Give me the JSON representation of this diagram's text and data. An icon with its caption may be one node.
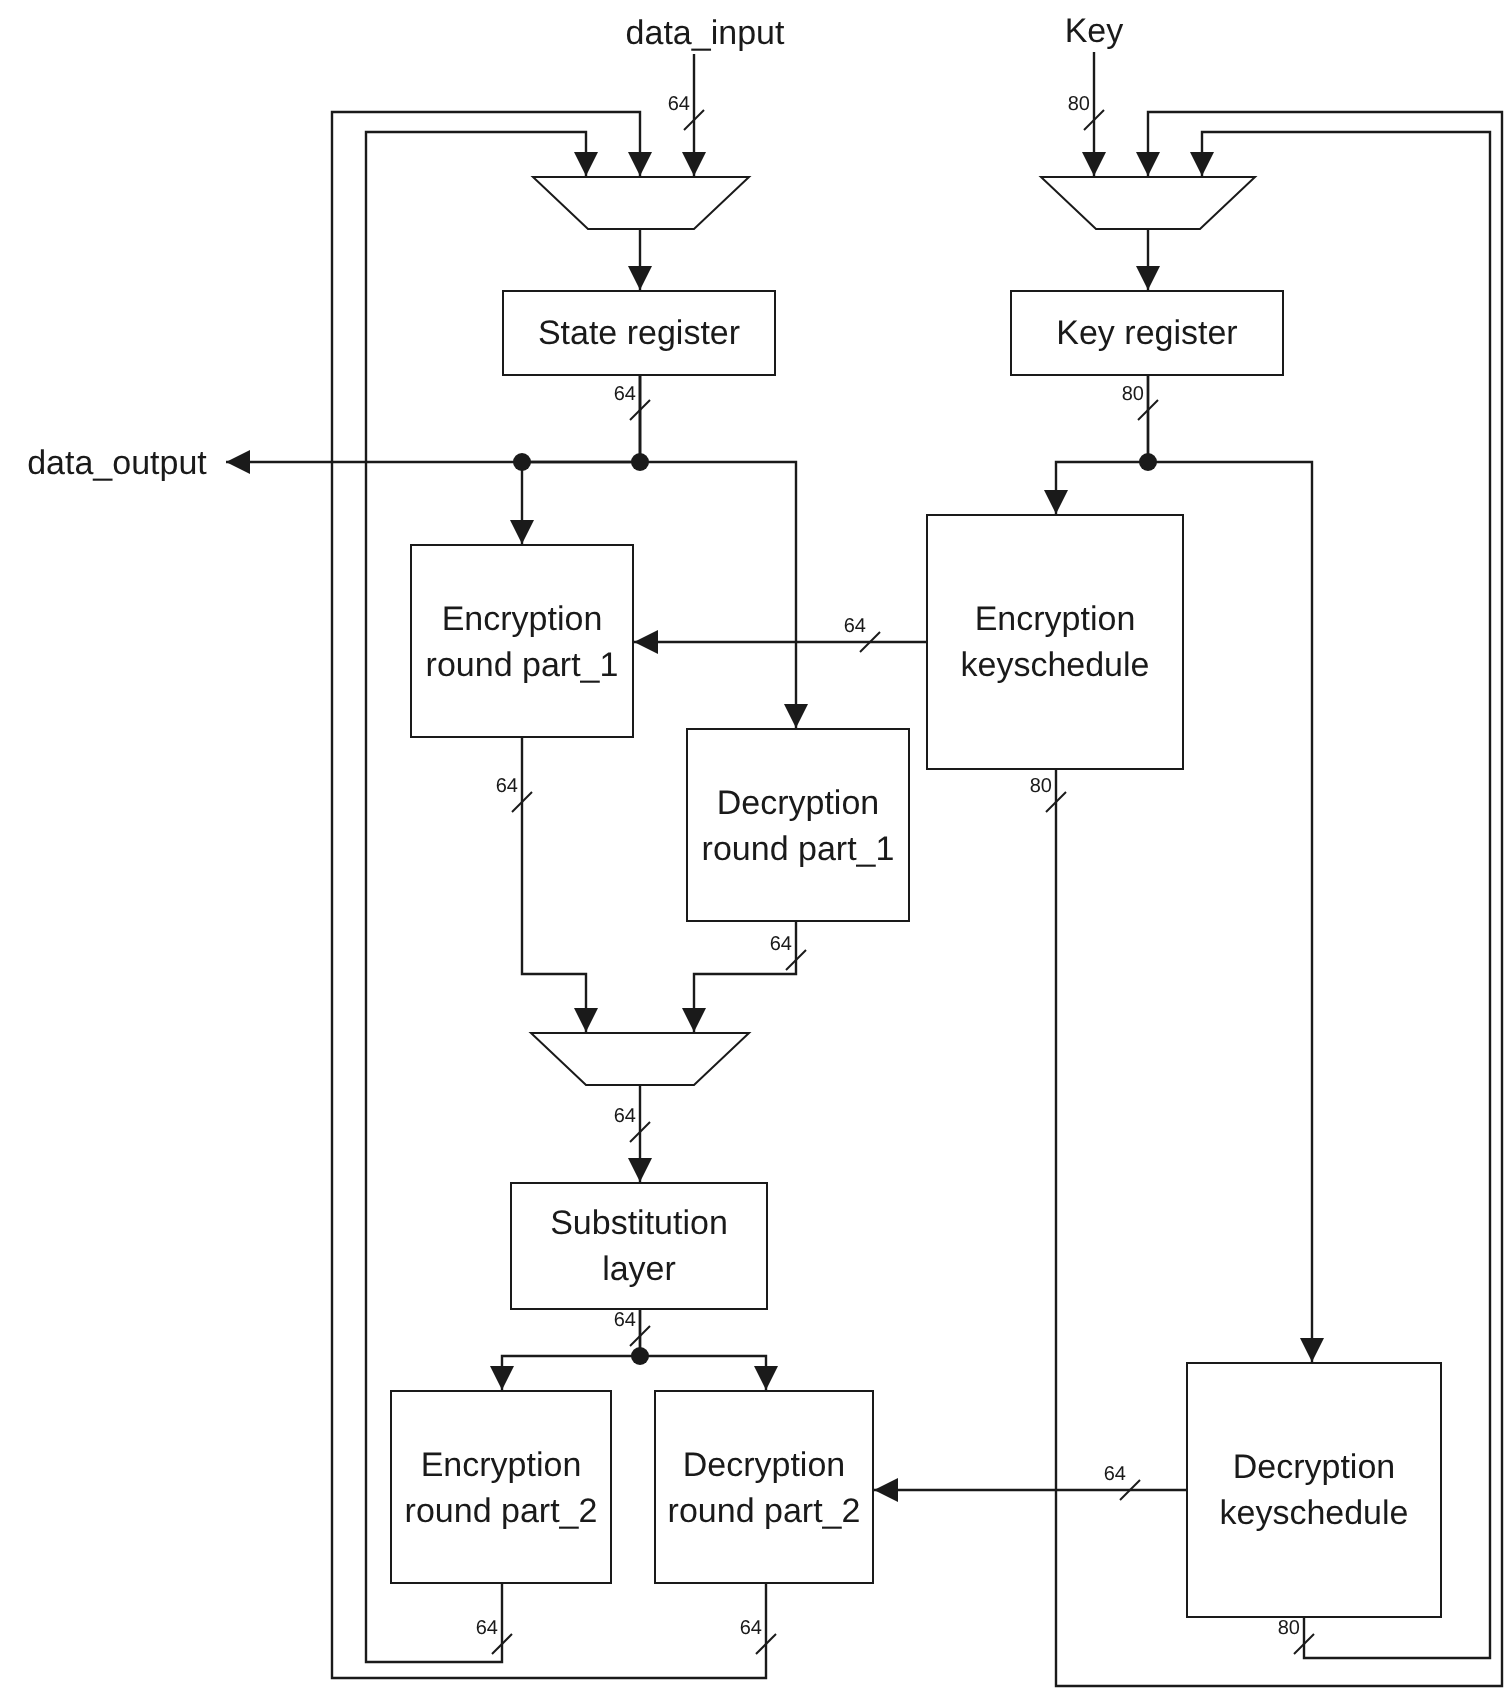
{
  "diagram": {
    "nodes": [
      {
        "text": [
          "data_input"
        ]
      },
      {
        "text": [
          "Key"
        ]
      },
      {
        "text": [],
        "shape": "trapezoid"
      },
      {
        "text": [],
        "shape": "trapezoid"
      },
      {
        "text": [
          "State register"
        ]
      },
      {
        "text": [
          "Key register"
        ]
      },
      {
        "text": [
          "data_output"
        ]
      },
      {
        "text": [
          "Encryption round part_1"
        ]
      },
      {
        "text": [
          "Encryption keyschedule"
        ]
      },
      {
        "text": [
          "Decryption round part_1"
        ]
      },
      {
        "text": [],
        "shape": "trapezoid"
      },
      {
        "text": [
          "Substitution layer"
        ]
      },
      {
        "text": [
          "Encryption round part_2"
        ]
      },
      {
        "text": [
          "Decryption round part_2"
        ]
      },
      {
        "text": [
          "Decryption keyschedule"
        ]
      }
    ],
    "edges": [
      {
        "from": 0,
        "to": 2,
        "arrow": "to"
      },
      {
        "from": 1,
        "to": 3,
        "arrow": "to"
      },
      {
        "from": 2,
        "to": 4,
        "arrow": "to"
      },
      {
        "from": 3,
        "to": 5,
        "arrow": "to"
      },
      {
        "from": 4,
        "to": 6,
        "arrow": "to"
      },
      {
        "from": 4,
        "to": 7,
        "arrow": "to"
      },
      {
        "from": 4,
        "to": 9,
        "arrow": "to"
      },
      {
        "from": 5,
        "to": 8,
        "arrow": "to"
      },
      {
        "from": 5,
        "to": 14,
        "arrow": "to"
      },
      {
        "from": 8,
        "to": 7,
        "arrow": "to"
      },
      {
        "from": 7,
        "to": 10,
        "arrow": "to"
      },
      {
        "from": 9,
        "to": 10,
        "arrow": "to"
      },
      {
        "from": 10,
        "to": 11,
        "arrow": "to"
      },
      {
        "from": 11,
        "to": 12,
        "arrow": "to"
      },
      {
        "from": 11,
        "to": 13,
        "arrow": "to"
      },
      {
        "from": 14,
        "to": 13,
        "arrow": "to"
      },
      {
        "from": 12,
        "to": 2,
        "arrow": "to"
      },
      {
        "from": 13,
        "to": 2,
        "arrow": "to"
      },
      {
        "from": 8,
        "to": 3,
        "arrow": "to"
      },
      {
        "from": 14,
        "to": 3,
        "arrow": "to"
      }
    ],
    "labels": [
      "64",
      "80",
      "64",
      "80",
      "64",
      "64",
      "80",
      "64",
      "64",
      "64",
      "64",
      "64",
      "64",
      "80"
    ]
  }
}
